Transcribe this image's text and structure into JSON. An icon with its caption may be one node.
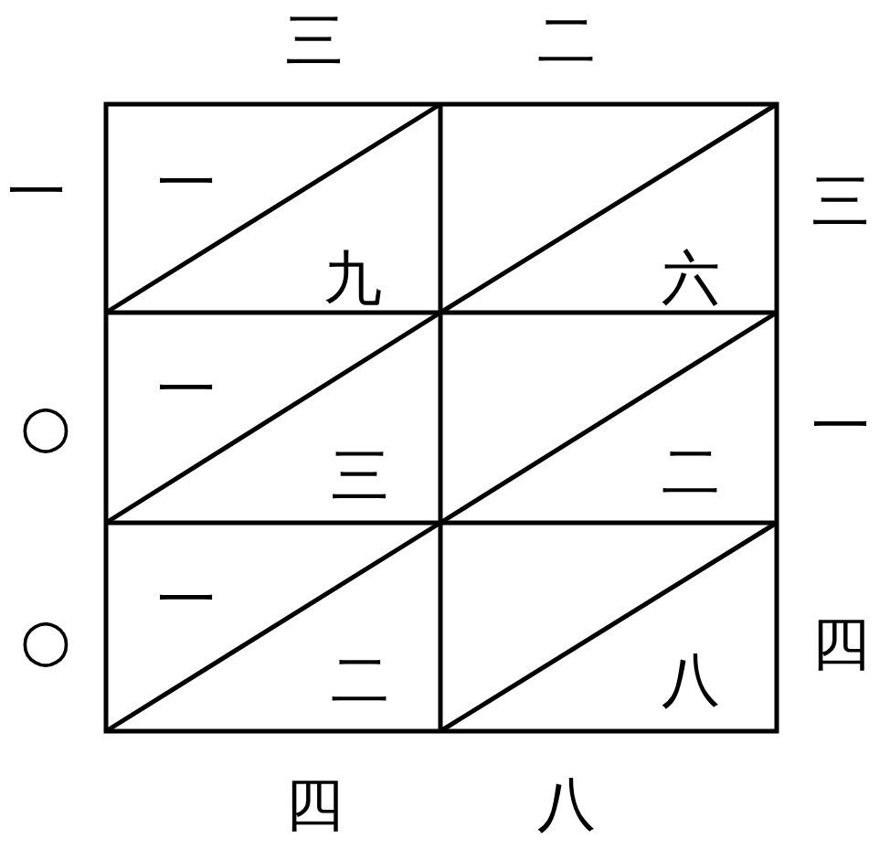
{
  "diagram": {
    "labels": [
      "三",
      "二",
      "一",
      "一",
      "九",
      "六",
      "三",
      "○",
      "一",
      "三",
      "二",
      "一",
      "○",
      "一",
      "二",
      "八",
      "四",
      "四",
      "八"
    ]
  }
}
